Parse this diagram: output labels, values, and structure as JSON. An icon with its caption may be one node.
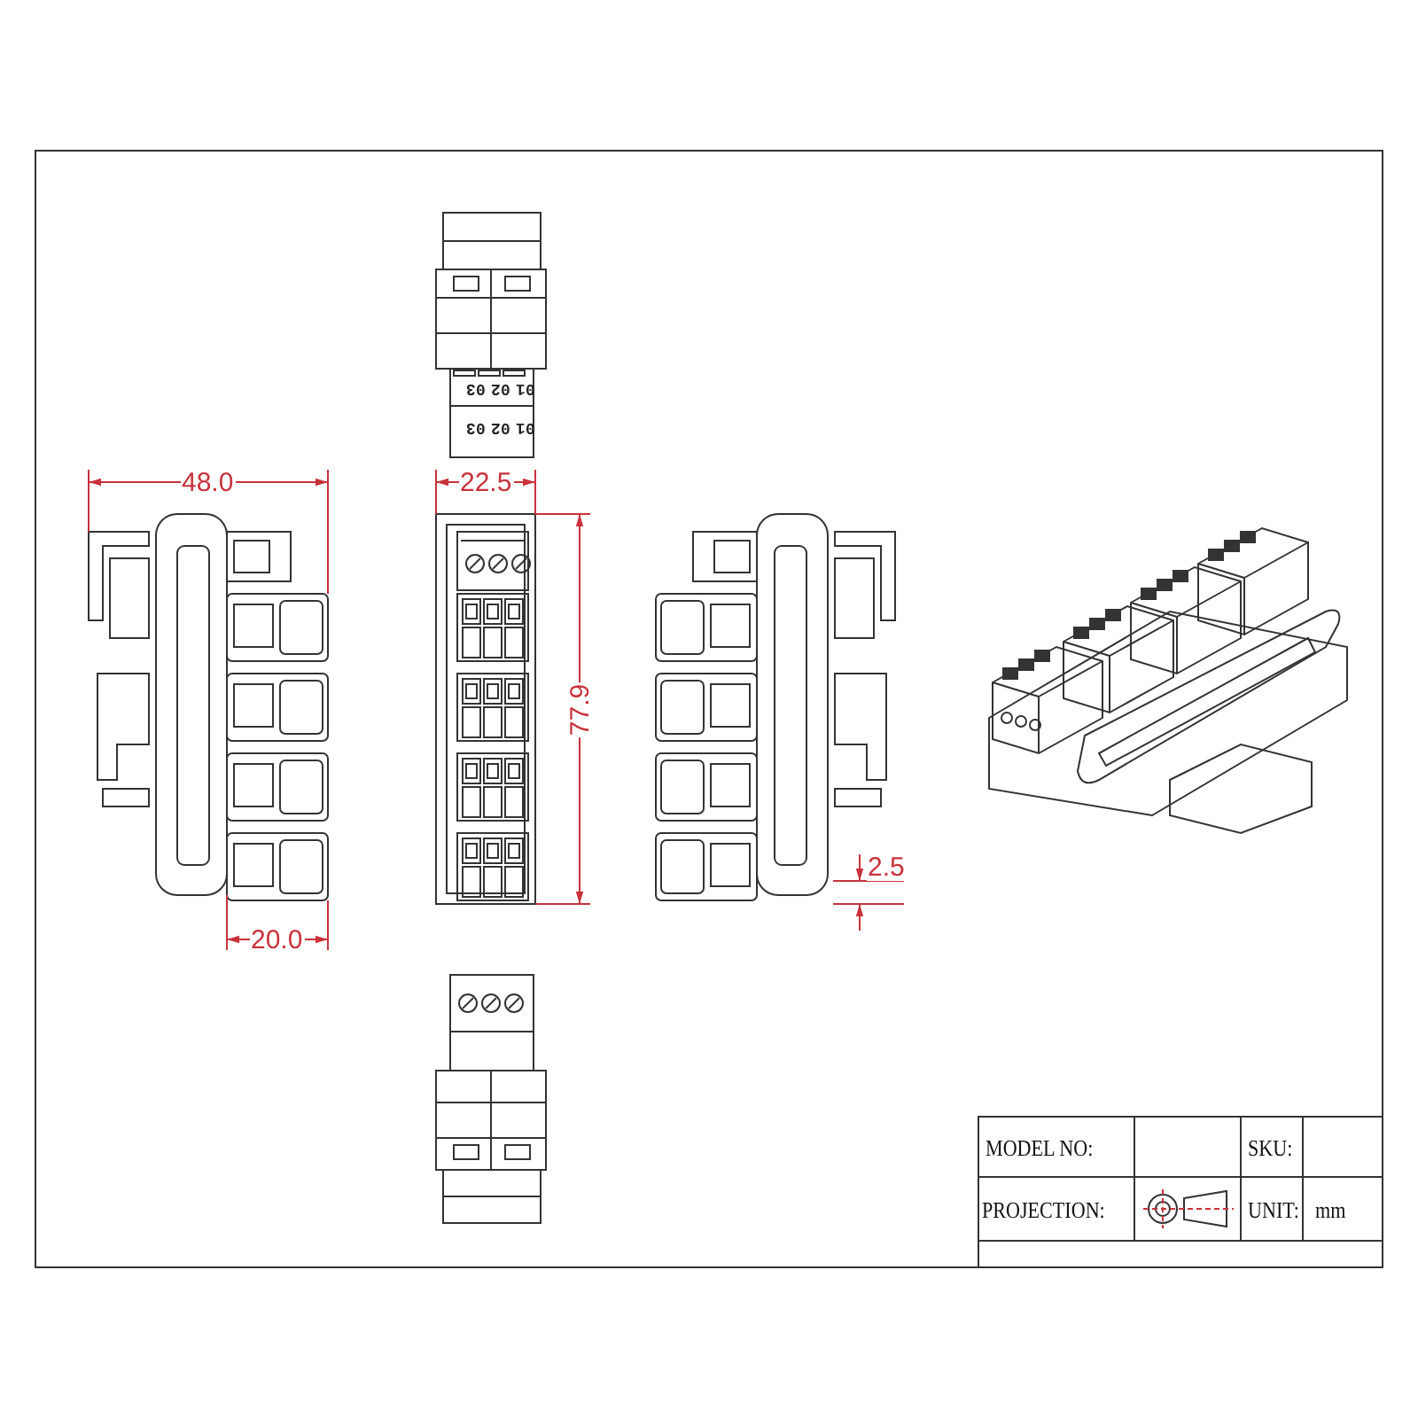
{
  "diagram": {
    "labels": [
      "01",
      "02",
      "03",
      "01",
      "02",
      "03",
      "48.0",
      "22.5",
      "77.9",
      "2.5",
      "20.0",
      "MODEL NO:",
      "SKU:",
      "PROJECTION:",
      "UNIT:",
      "mm"
    ]
  }
}
